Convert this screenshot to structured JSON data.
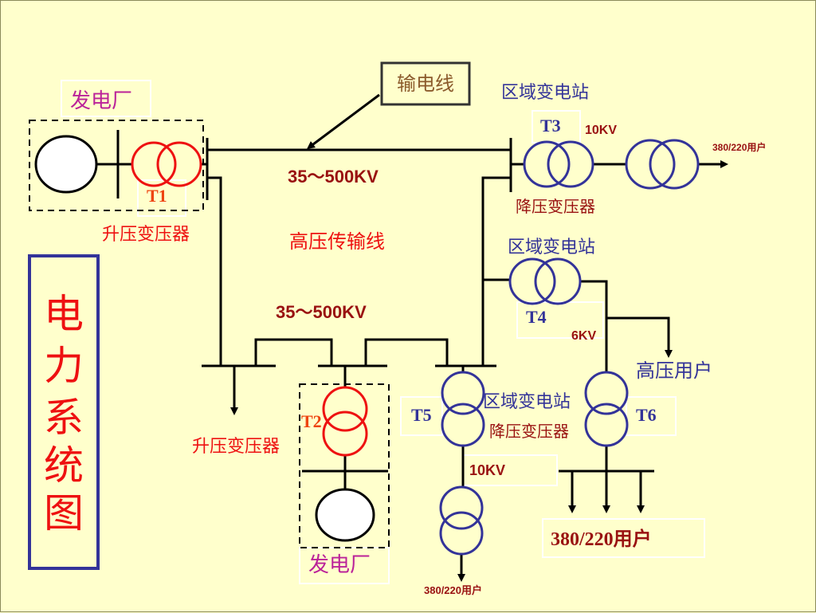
{
  "title_vertical": [
    "电",
    "力",
    "系",
    "统",
    "图"
  ],
  "labels": {
    "transmission_line_box": "输电线",
    "plant_top": "发电厂",
    "plant_bottom": "发电厂",
    "t1": "T1",
    "t2": "T2",
    "t3": "T3",
    "t4": "T4",
    "t5": "T5",
    "t6": "T6",
    "step_up_1": "升压变压器",
    "step_up_2": "升压变压器",
    "voltage_top": "35～500KV",
    "voltage_mid": "35～500KV",
    "hv_line": "高压传输线",
    "substation_t3": "区域变电站",
    "substation_t4": "区域变电站",
    "substation_t5": "区域变电站",
    "step_down_t3": "降压变压器",
    "step_down_t5": "降压变压器",
    "kv10_top": "10KV",
    "kv10_bottom": "10KV",
    "kv6": "6KV",
    "user_top": "380/220用户",
    "user_bottom_small": "380/220用户",
    "user_bottom_large": "380/220用户",
    "hv_user": "高压用户"
  },
  "colors": {
    "background": "#FFFFCC",
    "red": "#EE1111",
    "blue": "#333399",
    "darkred": "#991111",
    "magenta": "#BB2299",
    "brown": "#8B5A2B"
  }
}
